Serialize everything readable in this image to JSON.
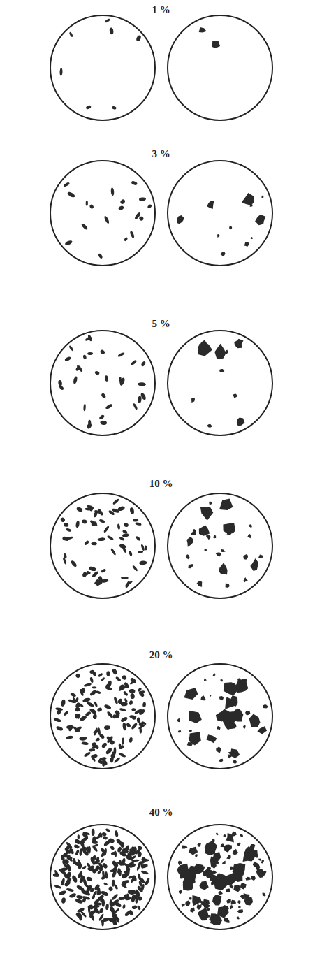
{
  "diagram": {
    "labels": [
      "1 %",
      "3 %",
      "5 %",
      "10 %",
      "20 %",
      "40 %"
    ]
  }
}
